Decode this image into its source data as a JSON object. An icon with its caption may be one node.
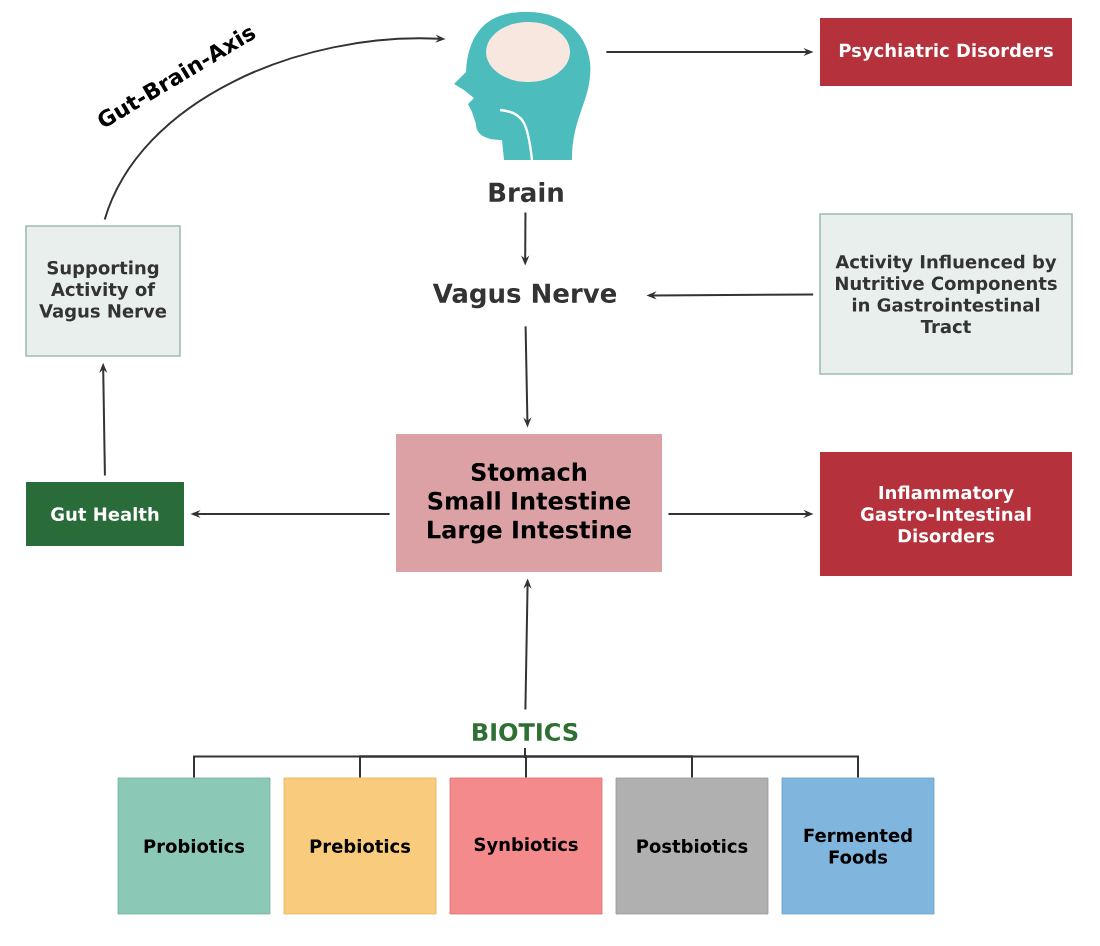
{
  "diagram": {
    "nodes": [
      {
        "text": [
          "Brain"
        ]
      },
      {
        "text": [
          "Psychiatric Disorders"
        ]
      },
      {
        "text": [
          "Supporting Activity of Vagus Nerve"
        ]
      },
      {
        "text": [
          "Vagus Nerve"
        ]
      },
      {
        "text": [
          "Activity Influenced by Nutritive Components in Gastrointestinal Tract"
        ]
      },
      {
        "text": [
          "Gut Health"
        ]
      },
      {
        "text": [
          "Stomach",
          "Small Intestine",
          "Large Intestine"
        ]
      },
      {
        "text": [
          "Inflammatory Gastro-Intestinal Disorders"
        ]
      },
      {
        "text": [
          "BIOTICS"
        ]
      },
      {
        "text": [
          "Probiotics"
        ]
      },
      {
        "text": [
          "Prebiotics"
        ]
      },
      {
        "text": [
          "Synbiotics"
        ]
      },
      {
        "text": [
          "Postbiotics"
        ]
      },
      {
        "text": [
          "Fermented Foods"
        ]
      }
    ],
    "edges": [
      {
        "from": 2,
        "to": 0,
        "arrow": "to",
        "label": "Gut-Brain-Axis"
      },
      {
        "from": 0,
        "to": 1,
        "arrow": "to"
      },
      {
        "from": 0,
        "to": 3,
        "arrow": "to"
      },
      {
        "from": 4,
        "to": 3,
        "arrow": "to"
      },
      {
        "from": 3,
        "to": 6,
        "arrow": "to"
      },
      {
        "from": 6,
        "to": 5,
        "arrow": "to"
      },
      {
        "from": 5,
        "to": 2,
        "arrow": "to"
      },
      {
        "from": 6,
        "to": 7,
        "arrow": "to"
      },
      {
        "from": 8,
        "to": 6,
        "arrow": "to"
      },
      {
        "from": 8,
        "to": 9,
        "arrow": "none"
      },
      {
        "from": 8,
        "to": 10,
        "arrow": "none"
      },
      {
        "from": 8,
        "to": 11,
        "arrow": "none"
      },
      {
        "from": 8,
        "to": 12,
        "arrow": "none"
      },
      {
        "from": 8,
        "to": 13,
        "arrow": "none"
      }
    ]
  }
}
